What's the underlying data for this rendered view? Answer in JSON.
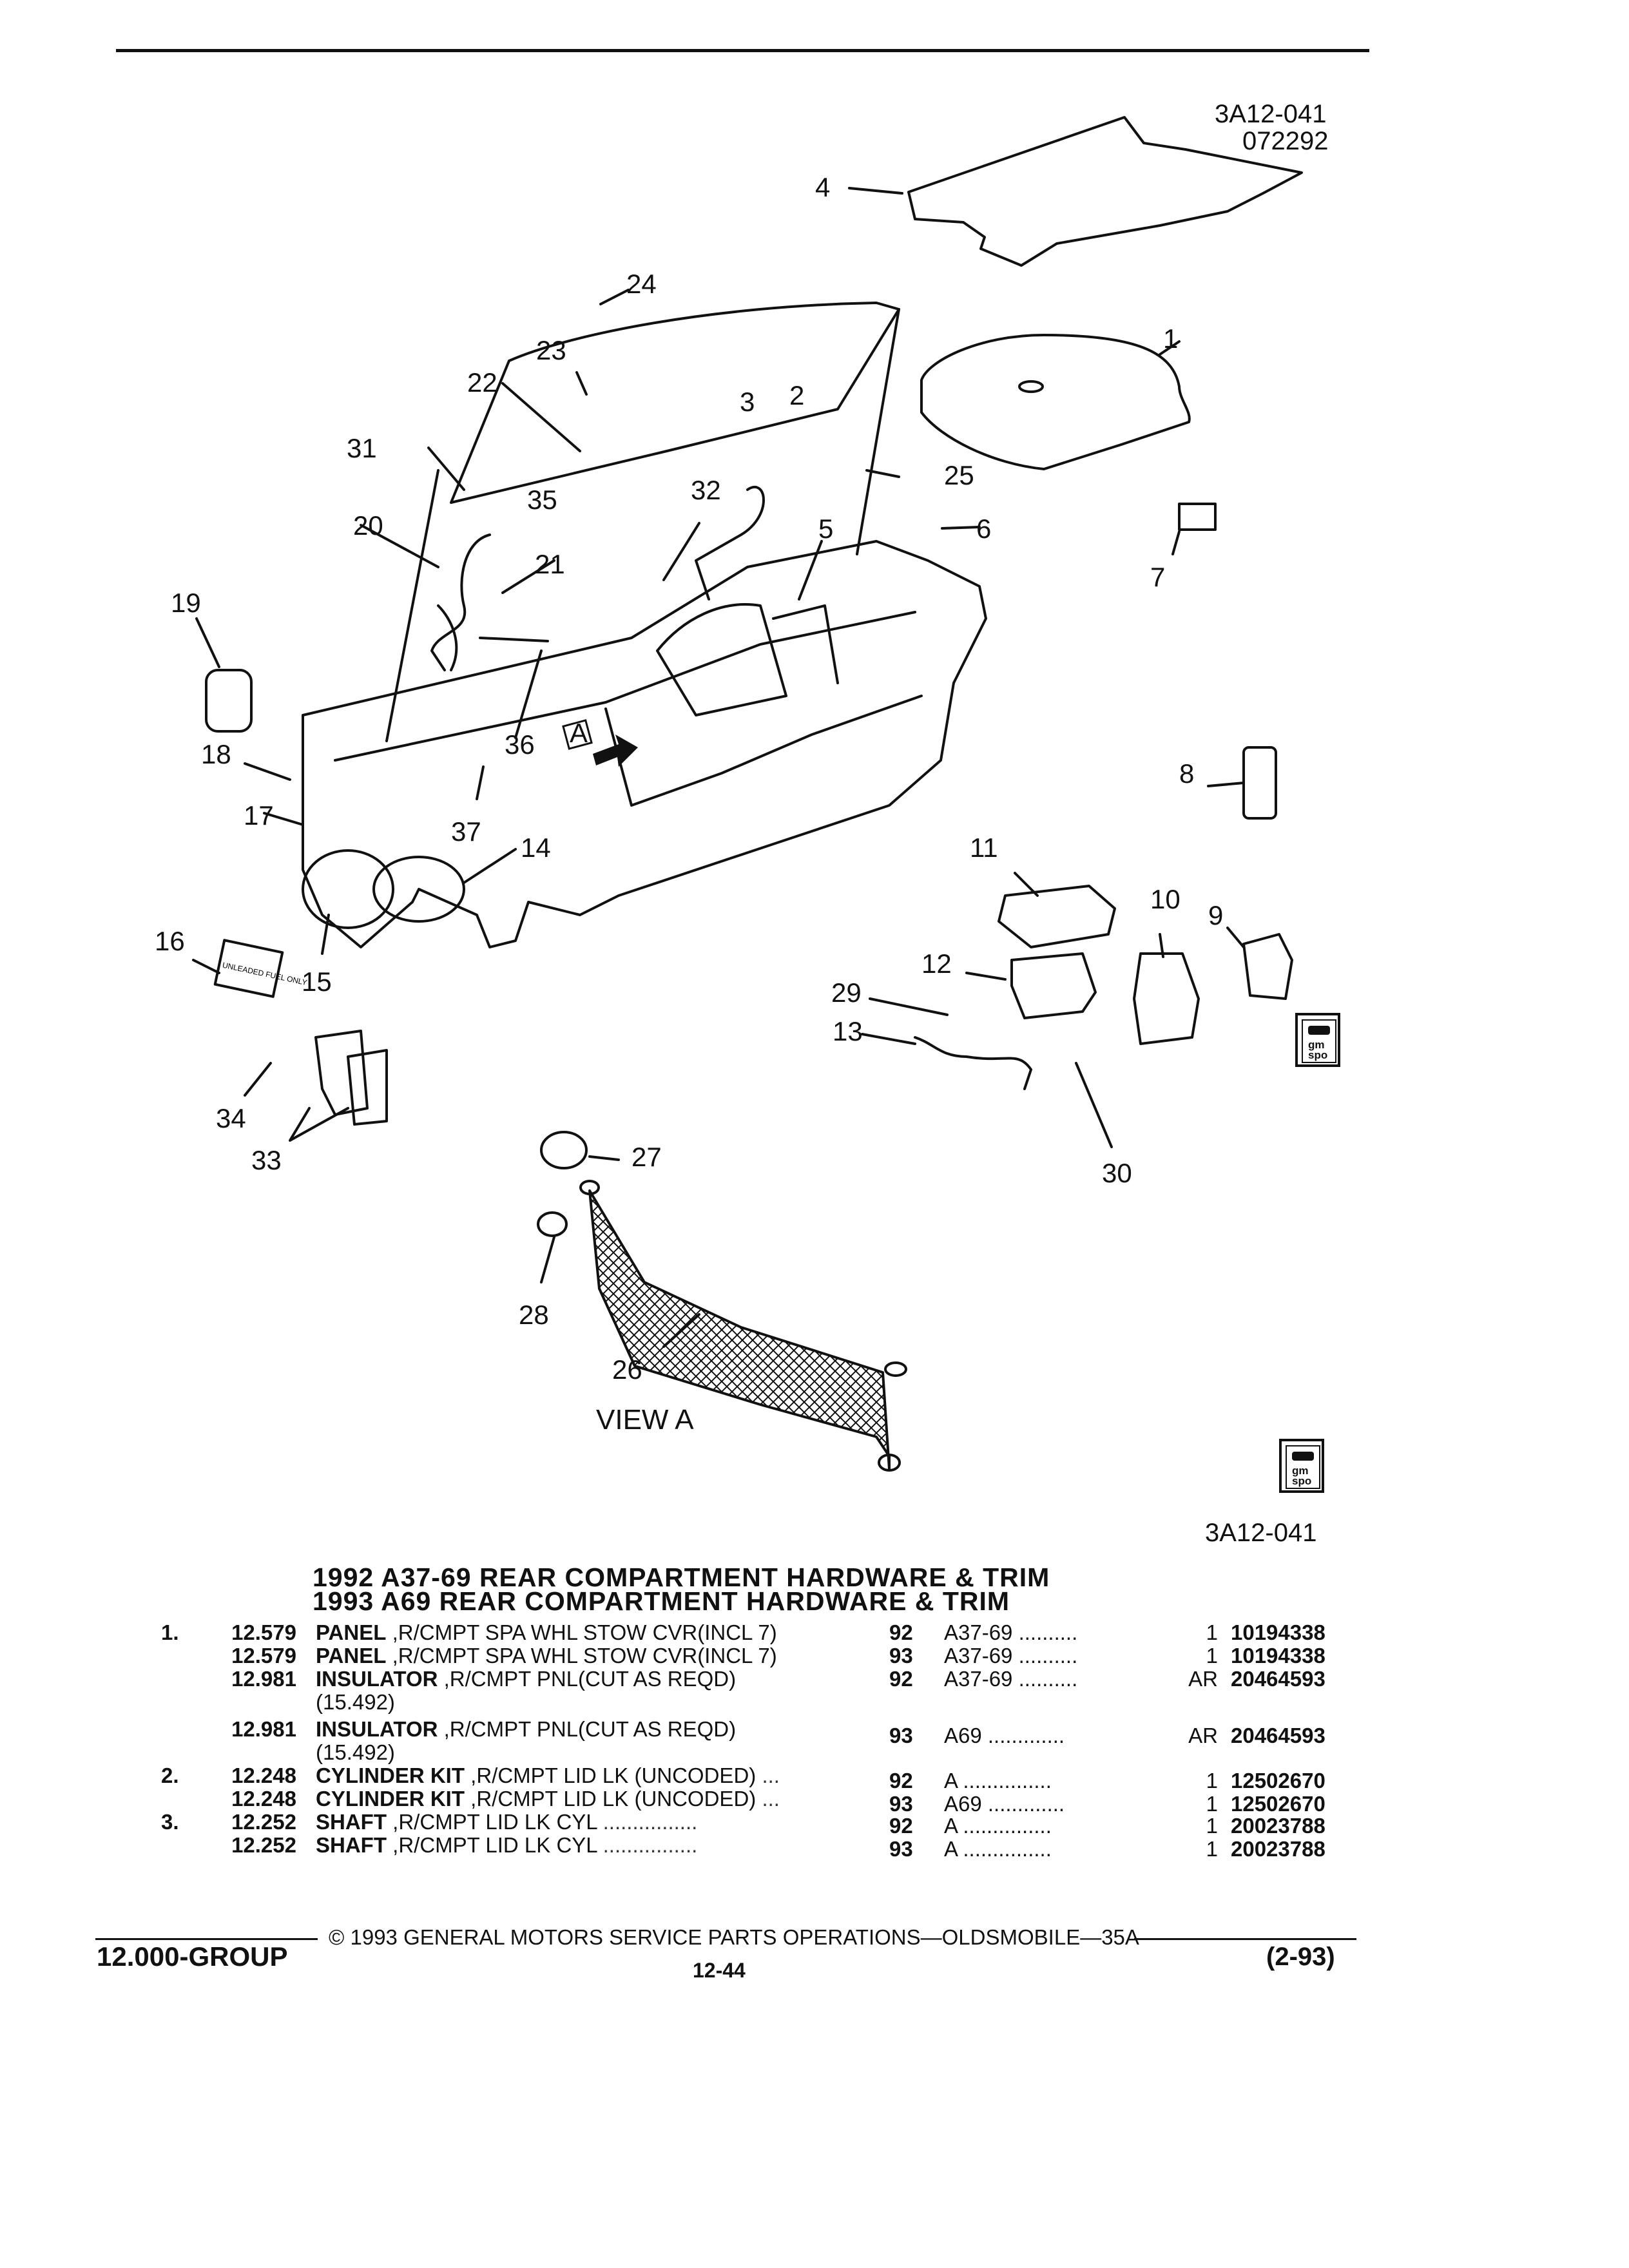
{
  "illustration": {
    "code_top": "3A12-041",
    "date_code": "072292",
    "code_bottom": "3A12-041",
    "view_label": "VIEW A",
    "view_tag": "A",
    "decal_text": "UNLEADED FUEL ONLY",
    "callouts": [
      "1",
      "2",
      "3",
      "4",
      "5",
      "6",
      "7",
      "8",
      "9",
      "10",
      "11",
      "12",
      "13",
      "14",
      "15",
      "16",
      "17",
      "18",
      "19",
      "20",
      "21",
      "22",
      "23",
      "24",
      "25",
      "26",
      "27",
      "28",
      "29",
      "30",
      "31",
      "32",
      "33",
      "34",
      "35",
      "36",
      "37"
    ],
    "badge_text": "gm spo"
  },
  "title_line1": "1992 A37-69 REAR COMPARTMENT HARDWARE & TRIM",
  "title_line2": "1993 A69 REAR COMPARTMENT HARDWARE & TRIM",
  "parts": [
    {
      "ref": "1.",
      "group": "12.579",
      "name": "PANEL",
      "desc": " ,R/CMPT SPA WHL STOW CVR(INCL 7)",
      "dots": "",
      "year": "92",
      "model": "A37-69 ..........",
      "qty": "1",
      "part": "10194338"
    },
    {
      "ref": "",
      "group": "12.579",
      "name": "PANEL",
      "desc": " ,R/CMPT SPA WHL STOW CVR(INCL 7)",
      "dots": "",
      "year": "93",
      "model": "A37-69 ..........",
      "qty": "1",
      "part": "10194338"
    },
    {
      "ref": "",
      "group": "12.981",
      "name": "INSULATOR",
      "desc": " ,R/CMPT PNL(CUT AS REQD)",
      "dots": "",
      "year": "92",
      "model": "A37-69 ..........",
      "qty": "AR",
      "part": "20464593"
    },
    {
      "ref": "",
      "group": "",
      "name": "",
      "desc": "(15.492)",
      "dots": "",
      "year": "",
      "model": "",
      "qty": "",
      "part": ""
    },
    {
      "ref": "",
      "group": "12.981",
      "name": "INSULATOR",
      "desc": " ,R/CMPT PNL(CUT AS REQD)",
      "dots": "",
      "year": "93",
      "model": "A69 .............",
      "qty": "AR",
      "part": "20464593"
    },
    {
      "ref": "",
      "group": "",
      "name": "",
      "desc": "(15.492)",
      "dots": "",
      "year": "",
      "model": "",
      "qty": "",
      "part": ""
    },
    {
      "ref": "2.",
      "group": "12.248",
      "name": "CYLINDER KIT",
      "desc": " ,R/CMPT LID LK (UNCODED)",
      "dots": " ...",
      "year": "92",
      "model": "A ...............",
      "qty": "1",
      "part": "12502670"
    },
    {
      "ref": "",
      "group": "12.248",
      "name": "CYLINDER KIT",
      "desc": " ,R/CMPT LID LK (UNCODED)",
      "dots": " ...",
      "year": "93",
      "model": "A69 .............",
      "qty": "1",
      "part": "12502670"
    },
    {
      "ref": "3.",
      "group": "12.252",
      "name": "SHAFT",
      "desc": " ,R/CMPT LID LK CYL",
      "dots": " ................",
      "year": "92",
      "model": "A ...............",
      "qty": "1",
      "part": "20023788"
    },
    {
      "ref": "",
      "group": "12.252",
      "name": "SHAFT",
      "desc": " ,R/CMPT LID LK CYL",
      "dots": " ................",
      "year": "93",
      "model": "A ...............",
      "qty": "1",
      "part": "20023788"
    }
  ],
  "footer": {
    "copyright": "© 1993 GENERAL MOTORS SERVICE PARTS OPERATIONS—OLDSMOBILE—35A",
    "group": "12.000-GROUP",
    "page": "12-44",
    "date": "(2-93)"
  }
}
